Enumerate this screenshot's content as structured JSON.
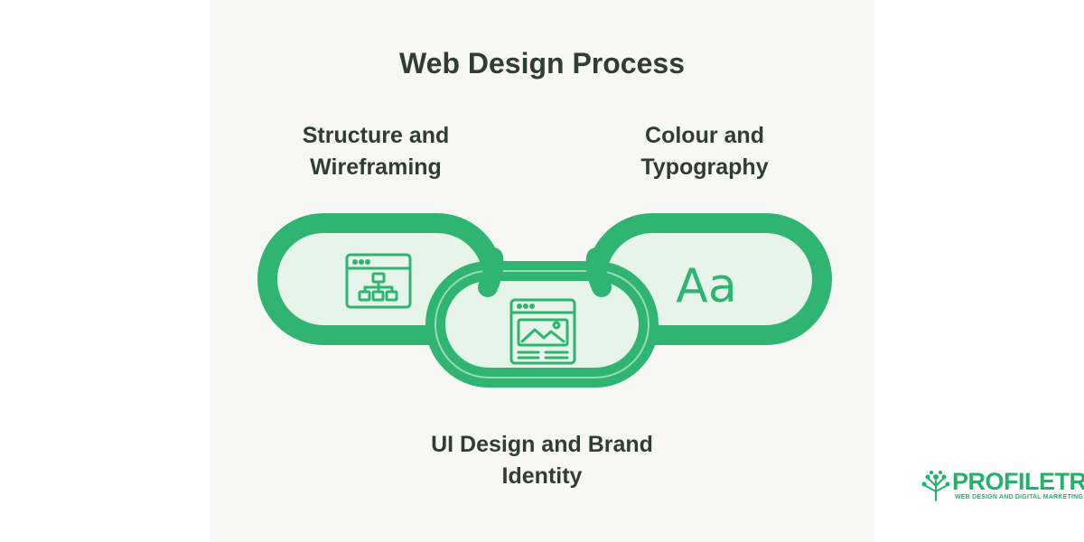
{
  "title": "Web Design Process",
  "labels": {
    "left": [
      "Structure and",
      "Wireframing"
    ],
    "right": [
      "Colour and",
      "Typography"
    ],
    "bottom": [
      "UI Design and Brand",
      "Identity"
    ]
  },
  "icons": {
    "left": "sitemap-wireframe-icon",
    "center": "web-layout-image-icon",
    "right_text": "Aa"
  },
  "colors": {
    "chain_stroke": "#2fb571",
    "chain_fill": "#e6f4ea",
    "text": "#2f3d36",
    "brand": "#24b26b"
  },
  "brand": {
    "logo_text": "PROFILETREE",
    "tagline": "WEB DESIGN AND DIGITAL MARKETING"
  }
}
